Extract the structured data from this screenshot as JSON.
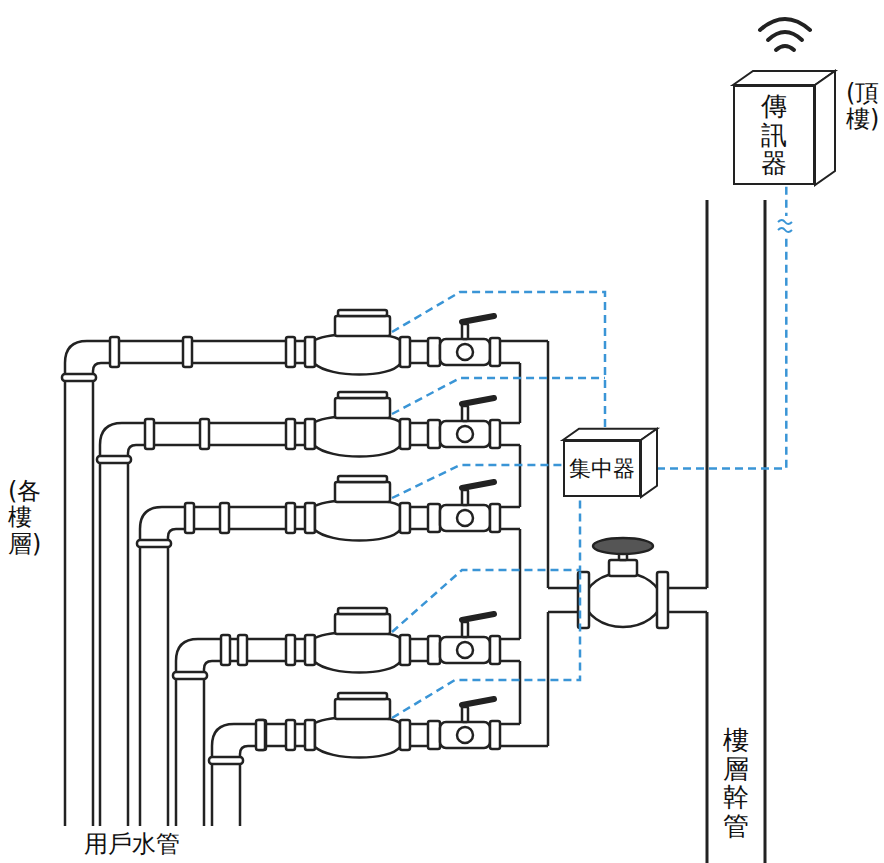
{
  "diagram": {
    "nodes": [
      {
        "text": [
          "傳訊器"
        ]
      },
      {
        "text": [
          "集中器"
        ]
      }
    ],
    "edges": [
      {
        "from": 1,
        "to": 0,
        "arrow": "none"
      }
    ],
    "labels": [
      "(頂樓)",
      "(各樓層)",
      "用戶水管",
      "樓層幹管"
    ]
  }
}
